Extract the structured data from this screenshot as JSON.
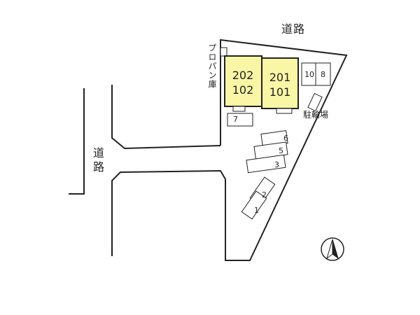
{
  "labels": {
    "road_north": "道路",
    "road_west": "道路",
    "propane_storage": "プロパン庫",
    "bicycle_parking": "駐輪場"
  },
  "units": {
    "left_upper": "202",
    "left_lower": "102",
    "right_upper": "201",
    "right_lower": "101"
  },
  "parking": [
    "1",
    "2",
    "3",
    "5",
    "6",
    "7",
    "8",
    "10"
  ],
  "colors": {
    "building_fill": "#f9f6a6",
    "line": "#222222"
  },
  "icons": [
    "north-arrow-icon"
  ]
}
